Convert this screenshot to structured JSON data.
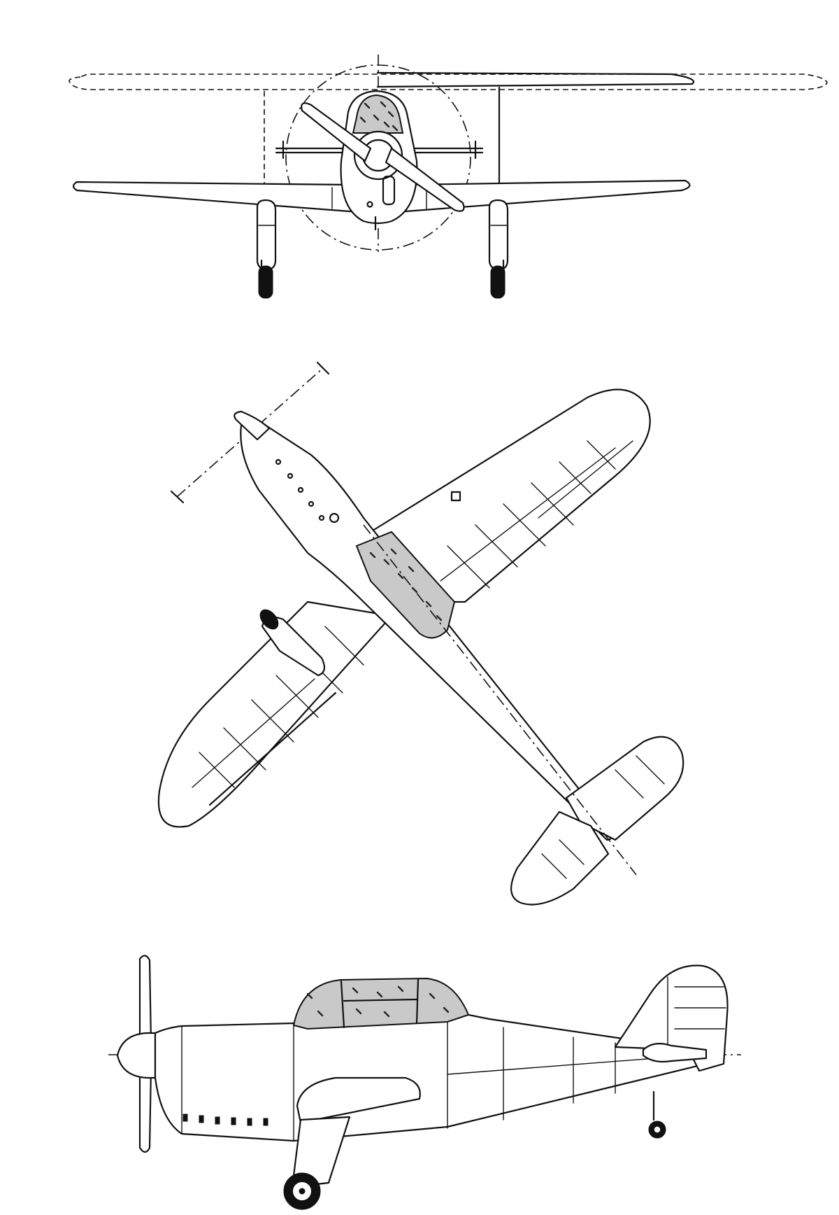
{
  "drawing": {
    "views": [
      {
        "id": "front",
        "description_key": "front-view"
      },
      {
        "id": "top",
        "description_key": "top-view"
      },
      {
        "id": "side",
        "description_key": "side-view"
      }
    ],
    "colors": {
      "line": "#111111",
      "background": "#ffffff",
      "glazing": "#c9c9c9"
    }
  }
}
